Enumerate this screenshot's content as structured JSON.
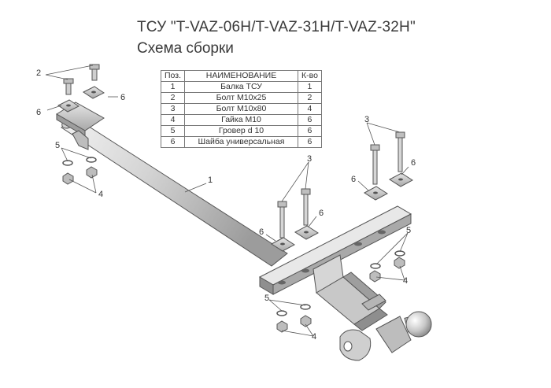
{
  "title": "ТСУ \"T-VAZ-06H/T-VAZ-31H/T-VAZ-32H\"",
  "subtitle": "Схема сборки",
  "table": {
    "headers": [
      "Поз.",
      "НАИМЕНОВАНИЕ",
      "К-во"
    ],
    "rows": [
      [
        "1",
        "Балка ТСУ",
        "1"
      ],
      [
        "2",
        "Болт М10х25",
        "2"
      ],
      [
        "3",
        "Болт М10х80",
        "4"
      ],
      [
        "4",
        "Гайка М10",
        "6"
      ],
      [
        "5",
        "Гровер d 10",
        "6"
      ],
      [
        "6",
        "Шайба универсальная",
        "6"
      ]
    ]
  },
  "callouts": {
    "beam": "1",
    "bolt_short": "2",
    "bolt_long": "3",
    "nut": "4",
    "grover": "5",
    "washer": "6"
  },
  "colors": {
    "steel": "#d9d9d9",
    "steel_dark": "#9a9a9a",
    "line": "#555555"
  }
}
